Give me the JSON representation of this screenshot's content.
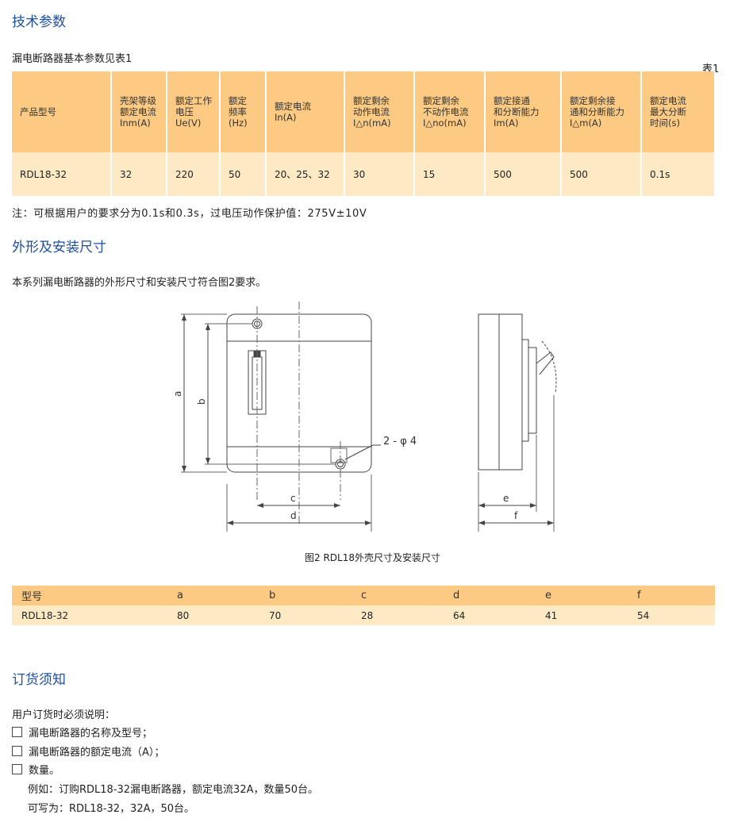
{
  "section1": {
    "title": "技术参数",
    "intro": "漏电断路器基本参数见表1",
    "table_label": "表1",
    "headers": [
      "产品型号",
      "壳架等级\n额定电流\nInm(A)",
      "额定工作\n电压\nUe(V)",
      "额定\n频率\n(Hz)",
      "额定电流\nIn(A)",
      "额定剩余\n动作电流\nI△n(mA)",
      "额定剩余\n不动作电流\nI△no(mA)",
      "额定接通\n和分断能力\nIm(A)",
      "额定剩余接\n通和分断能力\nI△m(A)",
      "额定电流\n最大分断\n时间(s)"
    ],
    "row": [
      "RDL18-32",
      "32",
      "220",
      "50",
      "20、25、32",
      "30",
      "15",
      "500",
      "500",
      "0.1s"
    ],
    "note": "注：可根据用户的要求分为0.1s和0.3s，过电压动作保护值：275V±10V"
  },
  "section2": {
    "title": "外形及安装尺寸",
    "intro": "本系列漏电断路器的外形尺寸和安装尺寸符合图2要求。",
    "diagram": {
      "label_a": "a",
      "label_b": "b",
      "label_c": "c",
      "label_d": "d",
      "label_e": "e",
      "label_f": "f",
      "hole_label": "2 - φ 4"
    },
    "caption": "图2  RDL18外壳尺寸及安装尺寸",
    "dim_headers": [
      "型号",
      "a",
      "b",
      "c",
      "d",
      "e",
      "f"
    ],
    "dim_row": [
      "RDL18-32",
      "80",
      "70",
      "28",
      "64",
      "41",
      "54"
    ]
  },
  "section3": {
    "title": "订货须知",
    "intro": "用户订货时必须说明：",
    "items": [
      "漏电断路器的名称及型号；",
      "漏电断路器的额定电流（A）；",
      "数量。"
    ],
    "example": "例如：订购RDL18-32漏电断路器，额定电流32A，数量50台。",
    "write_as": "可写为：RDL18-32，32A，50台。"
  }
}
